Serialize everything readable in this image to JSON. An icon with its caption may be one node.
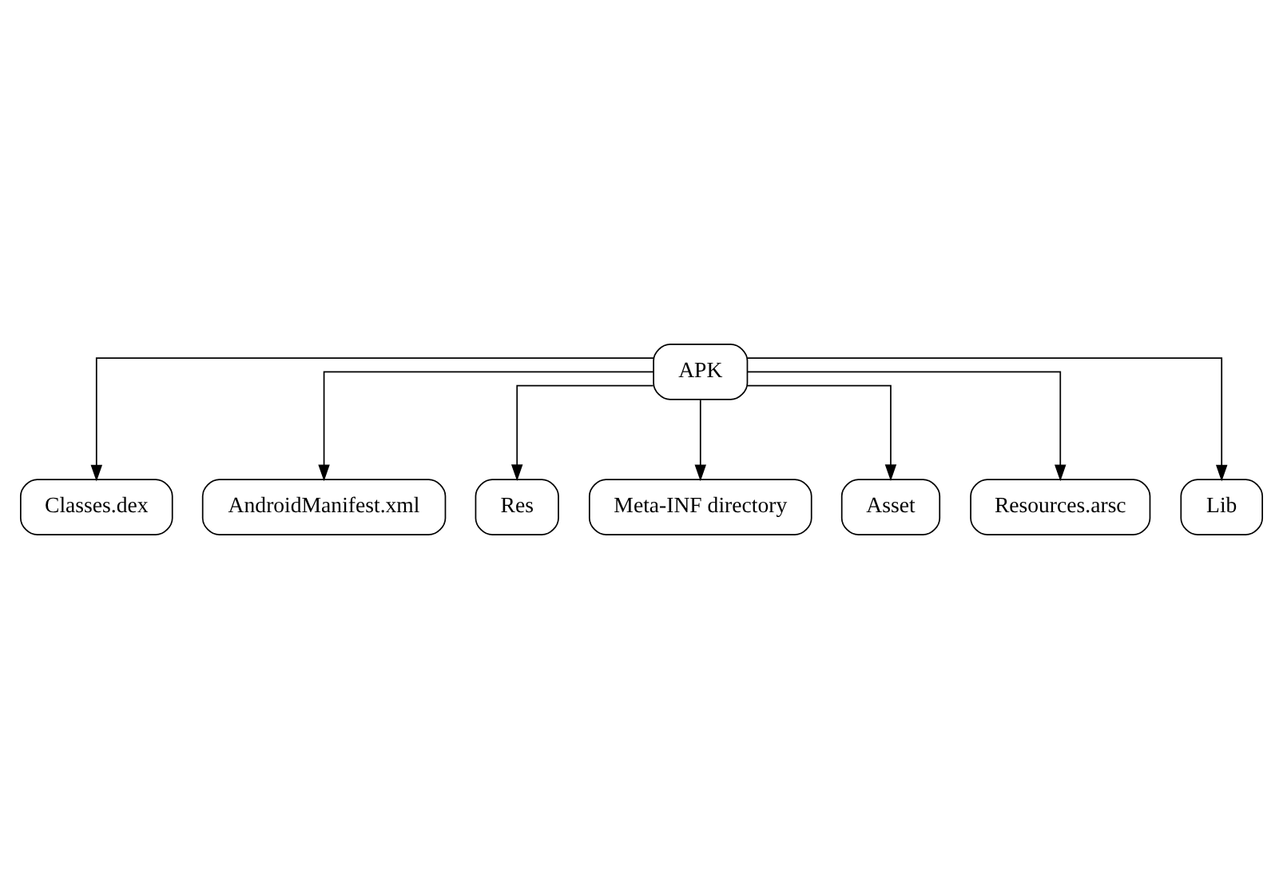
{
  "diagram": {
    "nodes": [
      {
        "text": [
          "APK"
        ]
      },
      {
        "text": [
          "Classes.dex"
        ]
      },
      {
        "text": [
          "AndroidManifest.xml"
        ]
      },
      {
        "text": [
          "Res"
        ]
      },
      {
        "text": [
          "Meta-INF directory"
        ]
      },
      {
        "text": [
          "Asset"
        ]
      },
      {
        "text": [
          "Resources.arsc"
        ]
      },
      {
        "text": [
          "Lib"
        ]
      }
    ],
    "edges": [
      {
        "from": 0,
        "to": 1,
        "arrow": "to"
      },
      {
        "from": 0,
        "to": 2,
        "arrow": "to"
      },
      {
        "from": 0,
        "to": 3,
        "arrow": "to"
      },
      {
        "from": 0,
        "to": 4,
        "arrow": "to"
      },
      {
        "from": 0,
        "to": 5,
        "arrow": "to"
      },
      {
        "from": 0,
        "to": 6,
        "arrow": "to"
      },
      {
        "from": 0,
        "to": 7,
        "arrow": "to"
      }
    ]
  }
}
